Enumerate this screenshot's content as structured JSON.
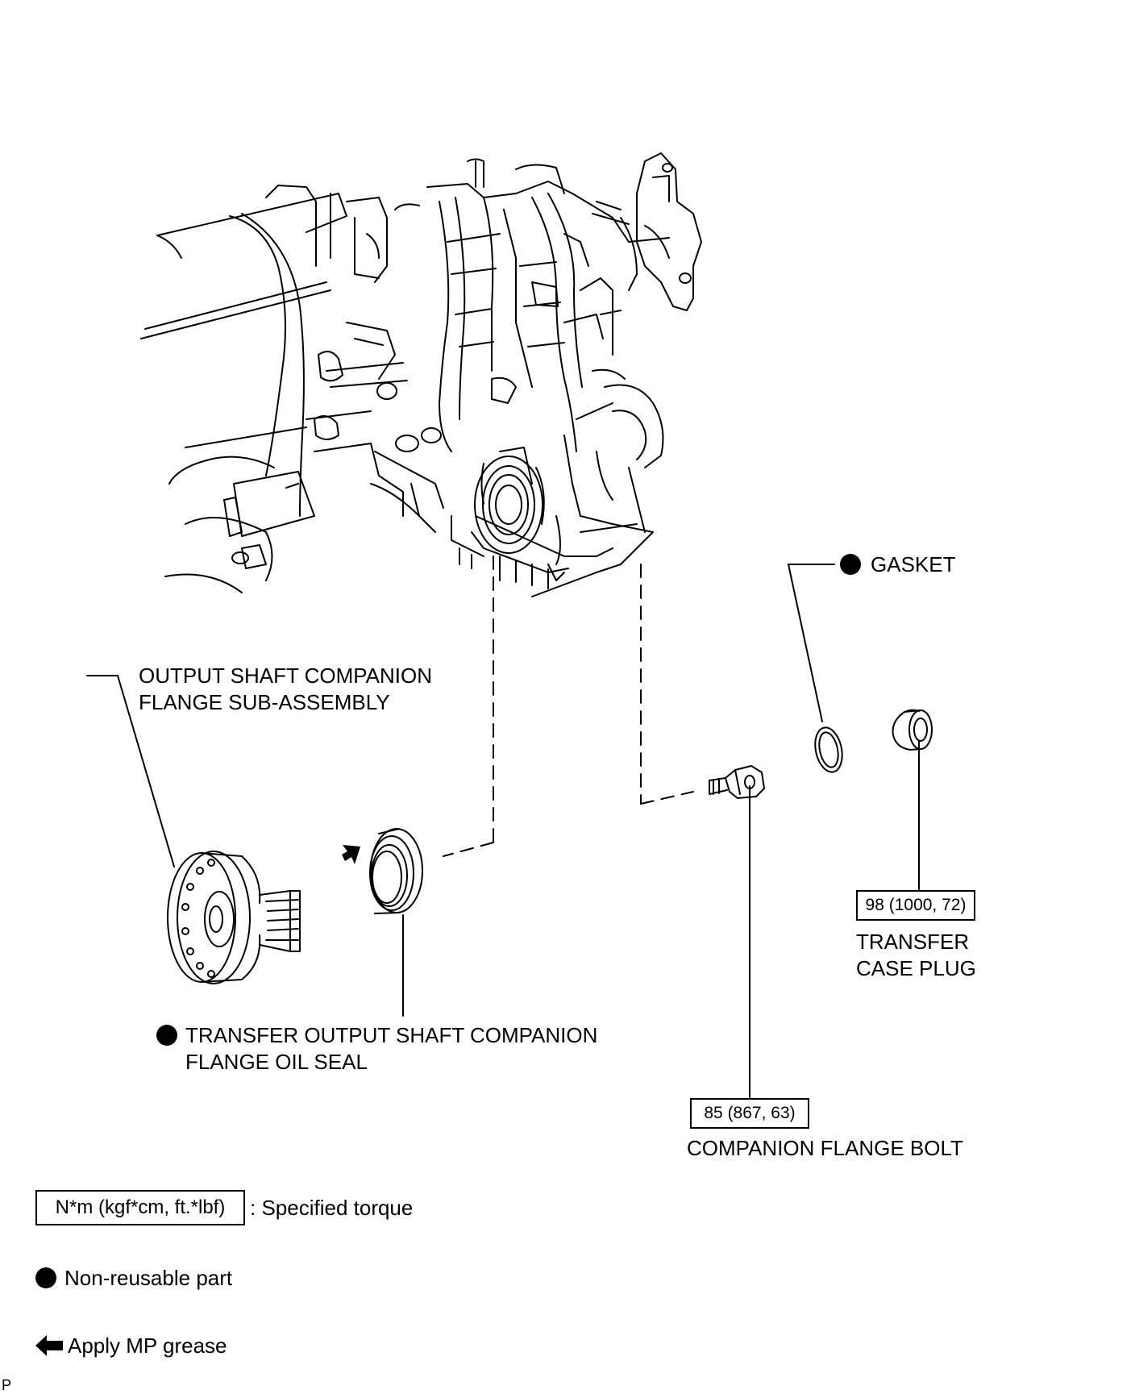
{
  "labels": {
    "gasket": "GASKET",
    "output_flange_line1": "OUTPUT SHAFT COMPANION",
    "output_flange_line2": "FLANGE SUB-ASSEMBLY",
    "oil_seal_line1": "TRANSFER OUTPUT SHAFT COMPANION",
    "oil_seal_line2": "FLANGE OIL SEAL",
    "plug_line1": "TRANSFER",
    "plug_line2": "CASE PLUG",
    "bolt": "COMPANION FLANGE BOLT"
  },
  "torques": {
    "plug": "98 (1000, 72)",
    "bolt": "85 (867, 63)"
  },
  "legend": {
    "torque_box": "N*m (kgf*cm, ft.*lbf)",
    "torque_text": ": Specified torque",
    "non_reusable": "Non-reusable part",
    "grease": "Apply MP grease"
  },
  "corner_code": "P",
  "icons": [
    "non-reusable-dot-icon",
    "grease-arrow-icon"
  ],
  "colors": {
    "ink": "#000000",
    "paper": "#ffffff"
  }
}
